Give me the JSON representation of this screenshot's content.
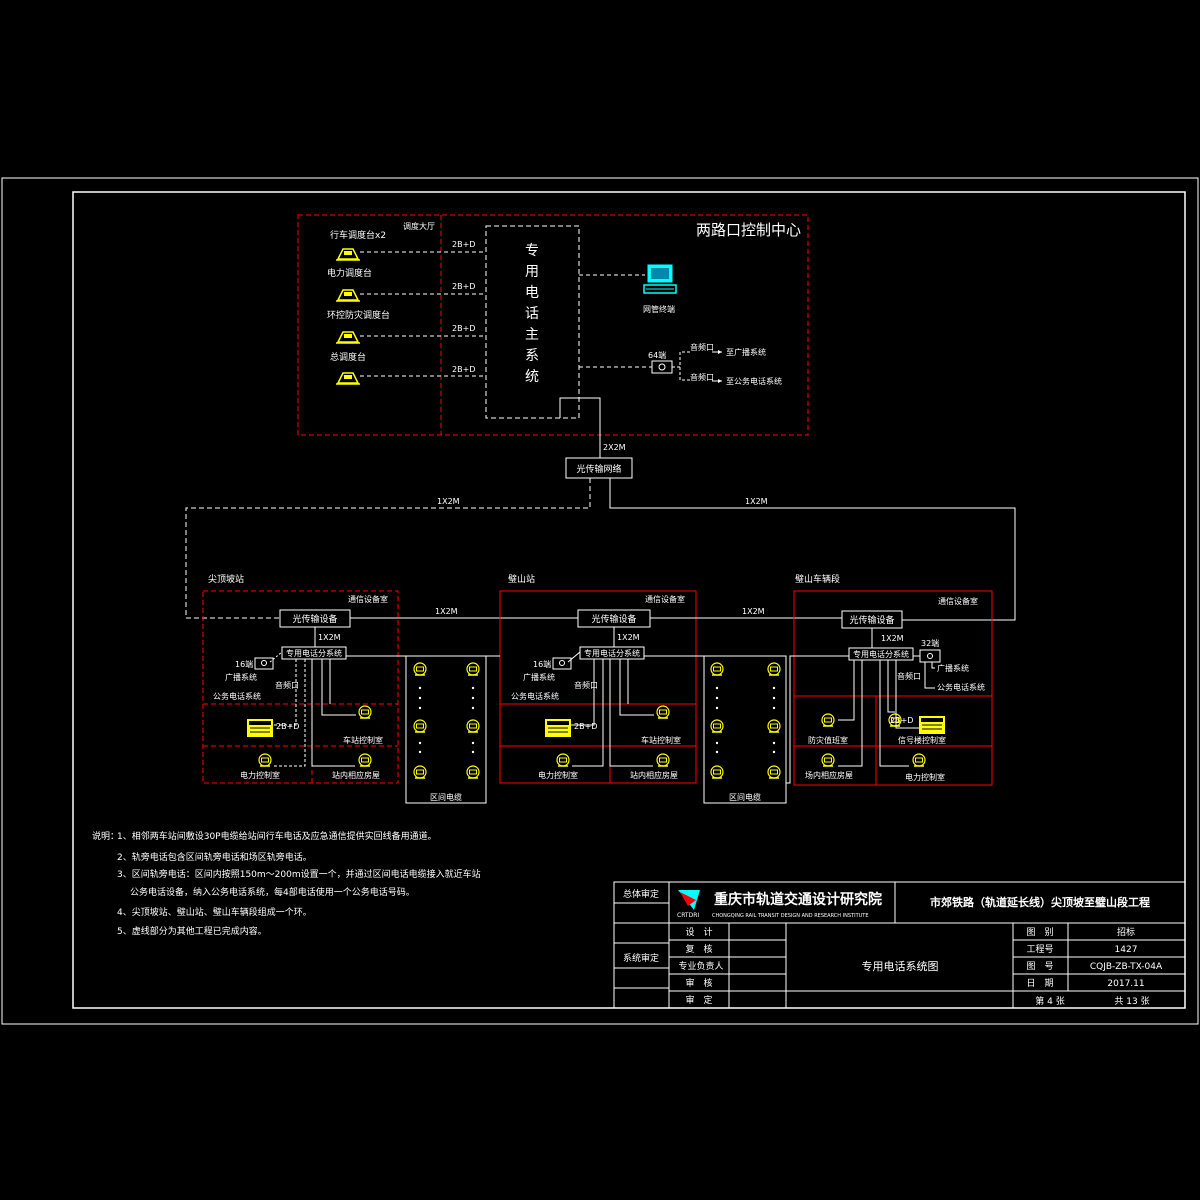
{
  "control_center": {
    "title": "两路口控制中心",
    "hall_label": "调度大厅",
    "main_system": "专用电话主系统",
    "consoles": [
      {
        "label": "行车调度台x2",
        "link": "2B+D"
      },
      {
        "label": "电力调度台",
        "link": "2B+D"
      },
      {
        "label": "环控防灾调度台",
        "link": "2B+D"
      },
      {
        "label": "总调度台",
        "link": "2B+D"
      }
    ],
    "terminal_label": "网管终端",
    "port_count": "64端",
    "audio_port_1": "音频口",
    "to_broadcast": "至广播系统",
    "audio_port_2": "音频口",
    "to_public_phone": "至公务电话系统"
  },
  "network": {
    "uplink": "2X2M",
    "transmission_node": "光传输网络",
    "left_ring": "1X2M",
    "right_ring": "1X2M"
  },
  "stations": [
    {
      "name": "尖顶坡站",
      "room": "通信设备室",
      "transmission": "光传输设备",
      "link": "1X2M",
      "subsystem": "专用电话分系统",
      "ports": "16端",
      "broadcast": "广播系统",
      "audio_port": "音频口",
      "public_phone": "公务电话系统",
      "console_link": "2B+D",
      "rooms": [
        "车站控制室",
        "电力控制室",
        "站内相应房屋"
      ],
      "link_between": "1X2M",
      "cable_label": "区间电缆"
    },
    {
      "name": "璧山站",
      "room": "通信设备室",
      "transmission": "光传输设备",
      "link": "1X2M",
      "subsystem": "专用电话分系统",
      "ports": "16端",
      "broadcast": "广播系统",
      "audio_port": "音频口",
      "public_phone": "公务电话系统",
      "console_link": "2B+D",
      "rooms": [
        "车站控制室",
        "电力控制室",
        "站内相应房屋"
      ],
      "link_between": "1X2M",
      "cable_label": "区间电缆"
    },
    {
      "name": "璧山车辆段",
      "room": "通信设备室",
      "transmission": "光传输设备",
      "link": "1X2M",
      "subsystem": "专用电话分系统",
      "ports": "32端",
      "broadcast": "广播系统",
      "audio_port": "音频口",
      "public_phone": "公务电话系统",
      "console_link": "2B+D",
      "rooms": [
        "防灾值班室",
        "信号楼控制室",
        "场内相应房屋",
        "电力控制室"
      ]
    }
  ],
  "notes": {
    "prefix": "说明：",
    "items": [
      "1、相邻两车站间敷设30P电缆给站间行车电话及应急通信提供实回线备用通道。",
      "2、轨旁电话包含区间轨旁电话和场区轨旁电话。",
      "3、区间轨旁电话：区间内按照150m～200m设置一个，并通过区间电话电缆接入就近车站",
      "公务电话设备，纳入公务电话系统，每4部电话使用一个公务电话号码。",
      "4、尖顶坡站、璧山站、璧山车辆段组成一个环。",
      "5、虚线部分为其他工程已完成内容。"
    ]
  },
  "title_block": {
    "review_total": "总体审定",
    "review_system": "系统审定",
    "institute_cn": "重庆市轨道交通设计研究院",
    "institute_abbr": "CRTDRI",
    "institute_en": "CHONGQING RAIL TRANSIT DESIGN AND RESEARCH INSTITUTE",
    "project": "市郊铁路（轨道延长线）尖顶坡至璧山段工程",
    "roles": [
      "设　计",
      "复　核",
      "专业负责人",
      "审　核",
      "审　定"
    ],
    "drawing_title": "专用电话系统图",
    "fields": [
      {
        "label": "图　别",
        "value": "招标"
      },
      {
        "label": "工程号",
        "value": "1427"
      },
      {
        "label": "图　号",
        "value": "CQJB-ZB-TX-04A"
      },
      {
        "label": "日　期",
        "value": "2017.11"
      }
    ],
    "sheet": "第 4 张",
    "total": "共 13 张"
  },
  "colors": {
    "background": "#000000",
    "line": "#ffffff",
    "red": "#ff0000",
    "yellow": "#ffff00",
    "cyan": "#00ffff"
  }
}
